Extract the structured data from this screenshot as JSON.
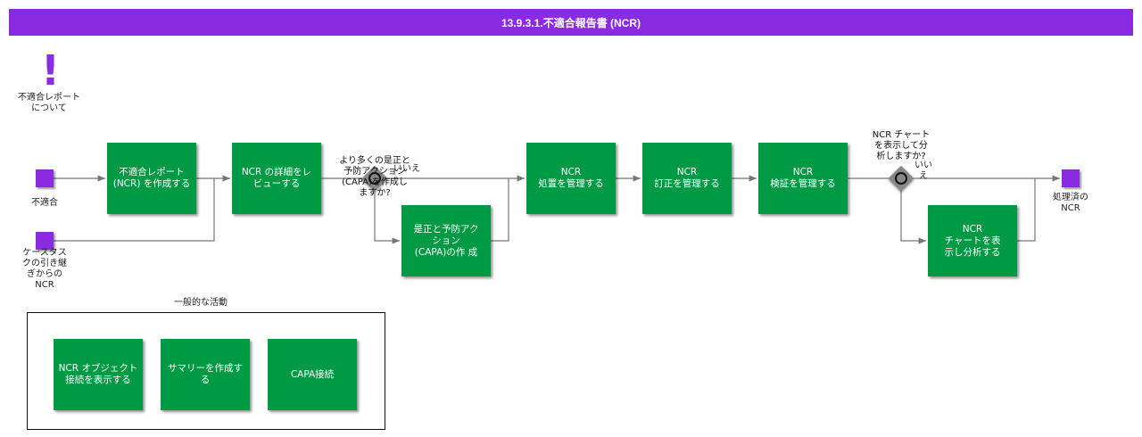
{
  "title": "13.9.3.1.不適合報告書 (NCR)",
  "info": {
    "label": "不適合レポート\nについて",
    "icon": "exclamation-icon"
  },
  "events": {
    "start_nonconformity": "不適合",
    "start_case_task": "ケースタス\nクの引き継\nぎからの\nNCR",
    "end_processed": "処理済の\nNCR"
  },
  "tasks": {
    "create_ncr": "不適合レポート\n(NCR) を作成する",
    "review_ncr": "NCR の詳細をレ\nビューする",
    "create_capa": "是正と予防アク\nション\n(CAPA)の作 成",
    "manage_disposition": "NCR\n処置を管理する",
    "manage_correction": "NCR\n訂正を管理する",
    "manage_verification": "NCR\n検証を管理する",
    "show_chart": "NCR\nチャートを表\n示し分析する"
  },
  "gateways": {
    "capa_question": "より多くの是正と\n予防アクション\n(CAPA)を作成し\nますか?",
    "capa_no": "いいえ",
    "chart_question": "NCR チャート\nを表示して分\n析しますか?",
    "chart_no": "いい\nえ"
  },
  "group": {
    "title": "一般的な活動",
    "items": {
      "show_object_links": "NCR オブジェクト\n接続を表示する",
      "create_summary": "サマリーを作成す\nる",
      "capa_links": "CAPA接続"
    }
  },
  "colors": {
    "header": "#8a2be2",
    "task": "#009944",
    "event": "#8a2be2",
    "gateway": "#888888"
  }
}
